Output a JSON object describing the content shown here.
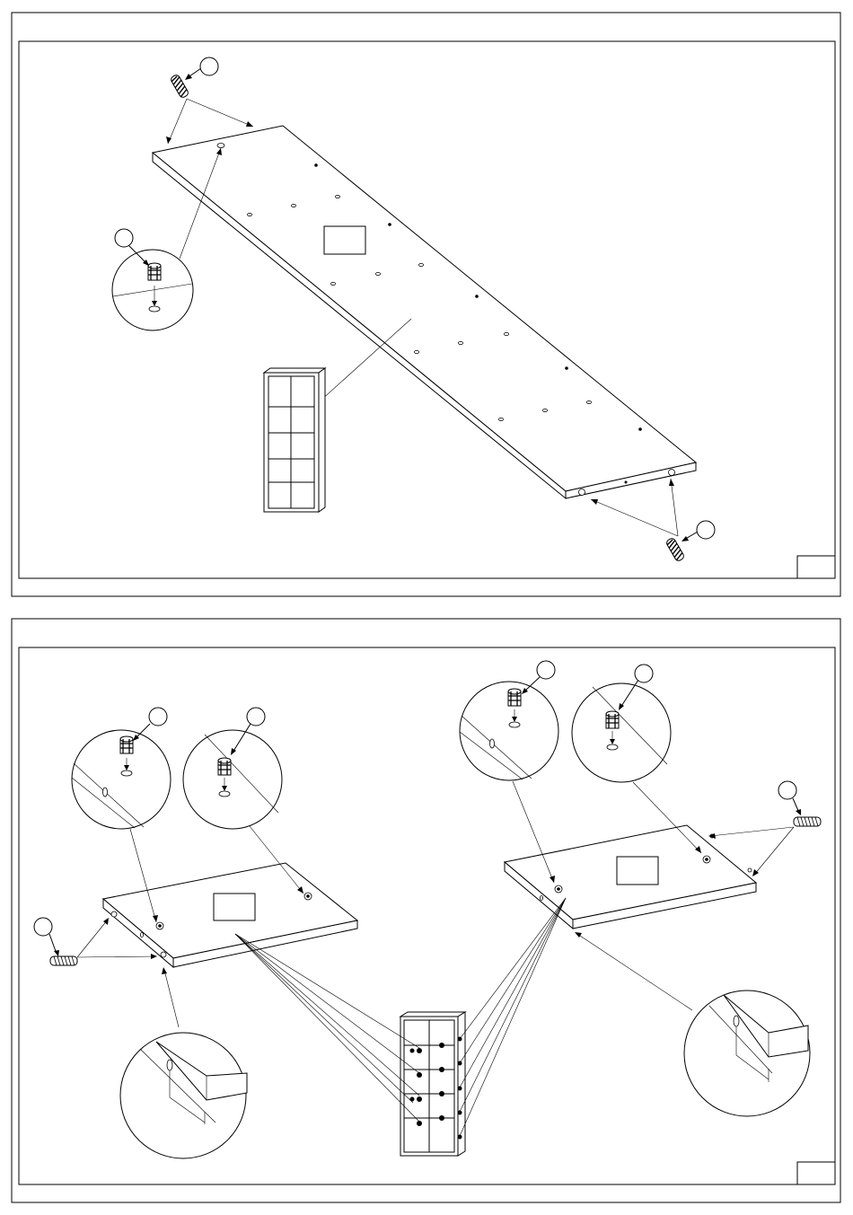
{
  "page": {
    "background": "#ffffff",
    "line_color": "#000000"
  },
  "steps": [
    {
      "frame": "step-frame-top",
      "step_number": "",
      "parts_shown": [
        "cam-lock",
        "wooden-dowel"
      ],
      "panel_label": ""
    },
    {
      "frame": "step-frame-bottom",
      "step_number": "",
      "parts_shown": [
        "cam-lock",
        "wooden-dowel"
      ],
      "panel_label": ""
    }
  ]
}
